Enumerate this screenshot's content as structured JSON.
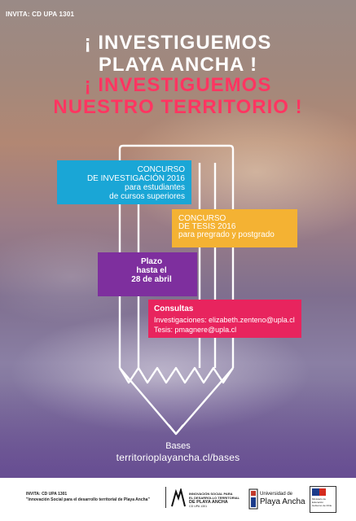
{
  "top_label": "INVITA: CD UPA 1301",
  "headline": {
    "line1": "¡ INVESTIGUEMOS",
    "line2": "PLAYA ANCHA !",
    "line3": "¡ INVESTIGUEMOS",
    "line4": "NUESTRO TERRITORIO !"
  },
  "boxes": {
    "blue": {
      "l1": "CONCURSO",
      "l2": "DE INVESTIGACIÓN 2016",
      "l3": "para estudiantes",
      "l4": "de cursos superiores",
      "color": "#1aa6d6"
    },
    "yellow": {
      "l1": "CONCURSO",
      "l2": "DE TESIS 2016",
      "l3": "para pregrado y postgrado",
      "color": "#f4b233"
    },
    "purple": {
      "l1": "Plazo",
      "l2": "hasta el",
      "l3": "28 de abril",
      "color": "#7e2f9e"
    },
    "pink": {
      "l1": "Consultas",
      "l2": "Investigaciones: elizabeth.zenteno@upla.cl",
      "l3": "Tesis: pmagnere@upla.cl",
      "color": "#e8245e"
    }
  },
  "bases": {
    "label": "Bases",
    "url": "territorioplayancha.cl/bases"
  },
  "footer": {
    "invita": "INVITA: CD UPA 1301",
    "invita_sub": "\"Innovación Social para el desarrollo territorial de Playa Ancha\"",
    "inno_l1": "INNOVACIÓN SOCIAL PARA",
    "inno_l2": "EL DESARROLLO TERRITORIAL",
    "inno_l3": "DE PLAYA ANCHA",
    "inno_l4": "CD UPA 1301",
    "upla_l1": "Universidad de",
    "upla_l2": "Playa Ancha",
    "gov_l1": "Ministerio de",
    "gov_l2": "Educación",
    "gov_l3": "Gobierno de Chile"
  },
  "colors": {
    "headline_pink": "#ff3561",
    "text": "#ffffff"
  }
}
